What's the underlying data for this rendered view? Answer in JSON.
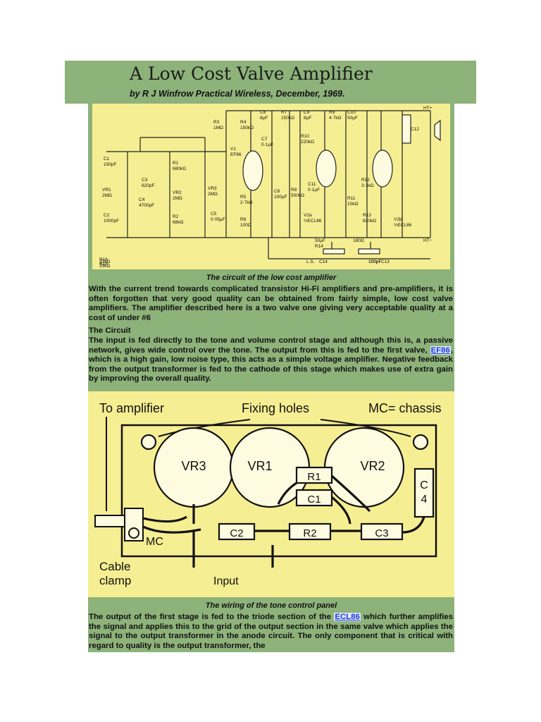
{
  "header": {
    "title": "A Low Cost Valve Amplifier",
    "byline": "by R J Winfrow Practical Wireless, December, 1969."
  },
  "schematic": {
    "caption": "The circuit of the low cost amplifier",
    "labels": [
      "HT+",
      "HT−",
      "C1",
      "150pF",
      "VR1",
      "2MΩ",
      "C2",
      "1000pF",
      "C3",
      "620pF",
      "C4",
      "4700pF",
      "R1",
      "680kΩ",
      "VR2",
      "2MΩ",
      "R2",
      "68kΩ",
      "VR3",
      "2MΩ",
      "C5",
      "0·05µF",
      "R3",
      "1MΩ",
      "R4",
      "150kΩ",
      "V1",
      "EF86",
      "C7",
      "0·1µF",
      "R5",
      "2·7kΩ",
      "C6",
      "100µF",
      "R6",
      "100Ω",
      "R8",
      "500kΩ",
      "C8",
      "8µF",
      "R7",
      "150kΩ",
      "C9",
      "8µF",
      "R10",
      "220kΩ",
      "C11",
      "0·1µF",
      "V2a",
      "½ECL86",
      "R9",
      "4·7kΩ",
      "C10",
      "50µF",
      "R11",
      "10kΩ",
      "R12",
      "3·3kΩ",
      "R13",
      "820kΩ",
      "V2b",
      "½ECL86",
      "C12",
      "50µF",
      "R14",
      "180Ω",
      "L.S.",
      "C14",
      "100pF",
      "C13",
      "100pF",
      "R16",
      "27kΩ",
      "R15",
      "33kΩ"
    ]
  },
  "intro_text": "With the current trend towards complicated transistor Hi-Fi amplifiers and pre-amplifiers, it is often forgotten that very good quality can be obtained from fairly simple, low cost valve amplifiers. The amplifier described here is a two valve one giving very acceptable quality at a cost of under #6",
  "circuit_section": {
    "heading": "The Circuit",
    "text_before_link": "The input is fed directly to the tone and volume control stage and although this is, a passive network, gives wide control over the tone. The output from this is fed to the first valve, ",
    "link": "EF86",
    "text_after_link": ", which is a high gain, low noise type, this acts as a simple voltage amplifier. Negative feedback from the output transformer is fed to the cathode of this stage which makes use of extra gain by improving the overall quality."
  },
  "wiring": {
    "caption": "The wiring of the tone control panel",
    "labels": {
      "to_amplifier": "To amplifier",
      "fixing_holes": "Fixing holes",
      "mc_chassis": "MC= chassis",
      "vr3": "VR3",
      "vr1": "VR1",
      "vr2": "VR2",
      "r1": "R1",
      "c1": "C1",
      "c4": "C\n4",
      "mc": "MC",
      "c2": "C2",
      "r2": "R2",
      "c3": "C3",
      "cable": "Cable",
      "clamp": "clamp",
      "input": "Input"
    }
  },
  "output_section": {
    "text_before_link": "The output of the first stage is fed to the triode section of the ",
    "link": "ECL86",
    "text_after_link": " which further amplifies the signal and applies this to the grid of the output section in the same valve which applies the signal to the output transformer in the anode circuit. The only component that is critical with regard to quality is the output transformer, the"
  },
  "colors": {
    "band_green": "#8db27a",
    "panel_yellow": "#f6ee92",
    "link_blue": "#1a3bd6"
  }
}
